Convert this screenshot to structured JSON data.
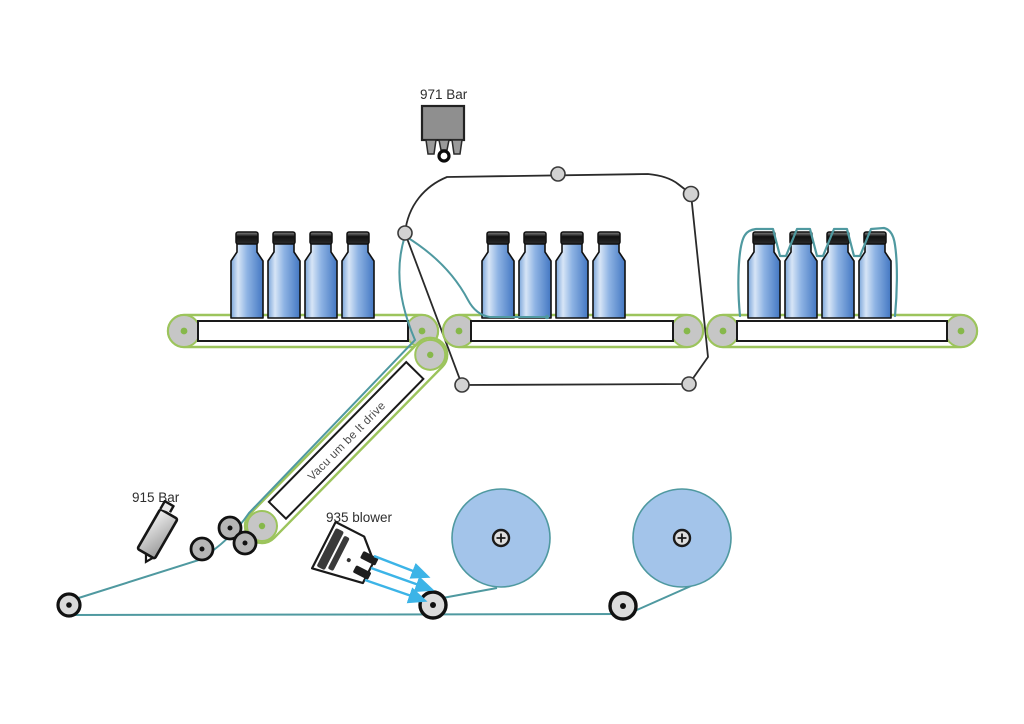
{
  "diagram": {
    "type": "machine-schematic",
    "labels": {
      "bar_971": "971 Bar",
      "bar_915": "915 Bar",
      "blower_935": "935 blower",
      "vacuum_belt": "Vacu um be lt drive"
    },
    "colors": {
      "film_teal": "#4f99a0",
      "conveyor_green": "#9cc45c",
      "conveyor_dot_green": "#86b84a",
      "roller_gray": "#c6c6c6",
      "film_roll_blue": "#a3c4ea",
      "arrow_cyan": "#3cb4e7",
      "component_gray": "#8f8f8f",
      "outline_dark": "#2a2a2a"
    },
    "bottle_groups": [
      {
        "name": "infeed-bottle-group",
        "count": 4,
        "wrapped": false
      },
      {
        "name": "wrapping-bottle-group",
        "count": 4,
        "wrapped": false
      },
      {
        "name": "outfeed-bottle-group",
        "count": 4,
        "wrapped": true
      }
    ],
    "film_rolls": [
      {
        "name": "film-roll-left"
      },
      {
        "name": "film-roll-right"
      }
    ],
    "conveyors": [
      {
        "name": "infeed-conveyor"
      },
      {
        "name": "wrapping-conveyor"
      },
      {
        "name": "outfeed-conveyor"
      },
      {
        "name": "vacuum-belt-conveyor"
      }
    ]
  }
}
